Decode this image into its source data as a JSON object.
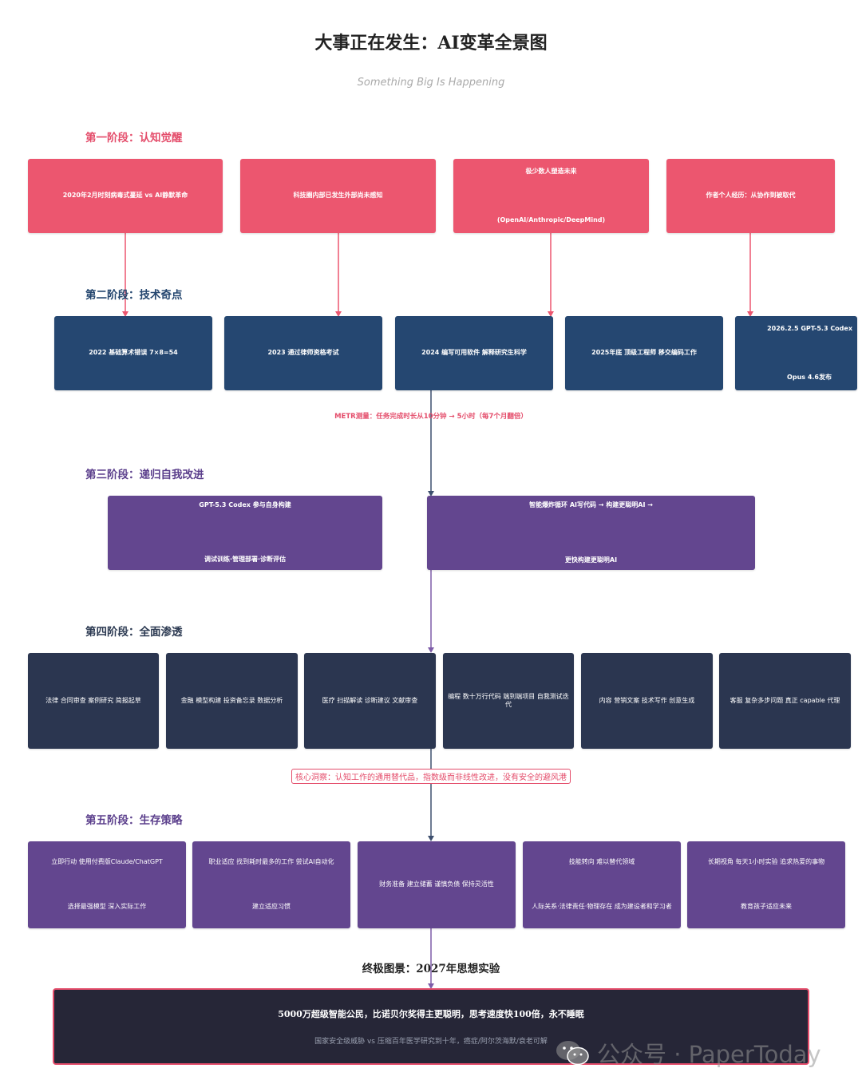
{
  "header": {
    "title": "大事正在发生：AI变革全景图",
    "subtitle": "Something Big Is Happening"
  },
  "stage1": {
    "label": "第一阶段：认知觉醒",
    "boxes": [
      {
        "text": "2020年2月时刻病毒式蔓延 vs AI静默革命"
      },
      {
        "text": "科技圈内部已发生外部尚未感知"
      },
      {
        "line1": "极少数人塑造未来",
        "line2": "(OpenAI/Anthropic/DeepMind)"
      },
      {
        "text": "作者个人经历：从协作到被取代"
      }
    ]
  },
  "stage2": {
    "label": "第二阶段：技术奇点",
    "boxes": [
      {
        "text": "2022 基础算术错误 7×8=54"
      },
      {
        "text": "2023 通过律师资格考试"
      },
      {
        "text": "2024 编写可用软件 解释研究生科学"
      },
      {
        "text": "2025年底 顶级工程师 移交编码工作"
      },
      {
        "line1": "2026.2.5 GPT-5.3 Codex",
        "line2": "Opus 4.6发布"
      }
    ],
    "metr": "METR测量：任务完成时长从10分钟 → 5小时（每7个月翻倍）"
  },
  "stage3": {
    "label": "第三阶段：递归自我改进",
    "boxes": [
      {
        "line1": "GPT-5.3 Codex 参与自身构建",
        "line2": "调试训练·管理部署·诊断评估"
      },
      {
        "line1": "智能爆炸循环 AI写代码 → 构建更聪明AI →",
        "line2": "更快构建更聪明AI"
      }
    ]
  },
  "stage4": {
    "label": "第四阶段：全面渗透",
    "boxes": [
      {
        "text": "法律 合同审查 案例研究 简报起草"
      },
      {
        "text": "金融 模型构建 投资备忘录 数据分析"
      },
      {
        "text": "医疗 扫描解读 诊断建议 文献审查"
      },
      {
        "text": "编程 数十万行代码 端到端项目 自我测试迭代"
      },
      {
        "text": "内容 营销文案 技术写作 创意生成"
      },
      {
        "text": "客服 复杂多步问题 真正 capable 代理"
      }
    ],
    "insight": "核心洞察：认知工作的通用替代品，指数级而非线性改进，没有安全的避风港"
  },
  "stage5": {
    "label": "第五阶段：生存策略",
    "boxes": [
      {
        "line1": "立即行动 使用付费版Claude/ChatGPT",
        "line2": "选择最强模型 深入实际工作"
      },
      {
        "line1": "职业适应 找到耗时最多的工作 尝试AI自动化",
        "line2": "建立适应习惯"
      },
      {
        "text": "财务准备 建立储蓄 谨慎负债 保持灵活性"
      },
      {
        "line1": "技能转向 难以替代领域",
        "line2": "人际关系·法律责任·物理存在 成为建设者和学习者"
      },
      {
        "line1": "长期视角 每天1小时实验 追求热爱的事物",
        "line2": "教育孩子适应未来"
      }
    ]
  },
  "final": {
    "label": "终极图景：2027年思想实验",
    "line1": "5000万超级智能公民，比诺贝尔奖得主更聪明，思考速度快100倍，永不睡眠",
    "line2": "国家安全级威胁 vs 压缩百年医学研究到十年，癌症/阿尔茨海默/衰老可解"
  },
  "watermark": {
    "text": "公众号 · PaperToday",
    "icon": "wechat-icon"
  },
  "colors": {
    "stage1": "#ec566f",
    "stage2": "#254771",
    "stage3": "#63468f",
    "stage4": "#2b3650",
    "stage5": "#63468f",
    "accent": "#e44d6b"
  }
}
